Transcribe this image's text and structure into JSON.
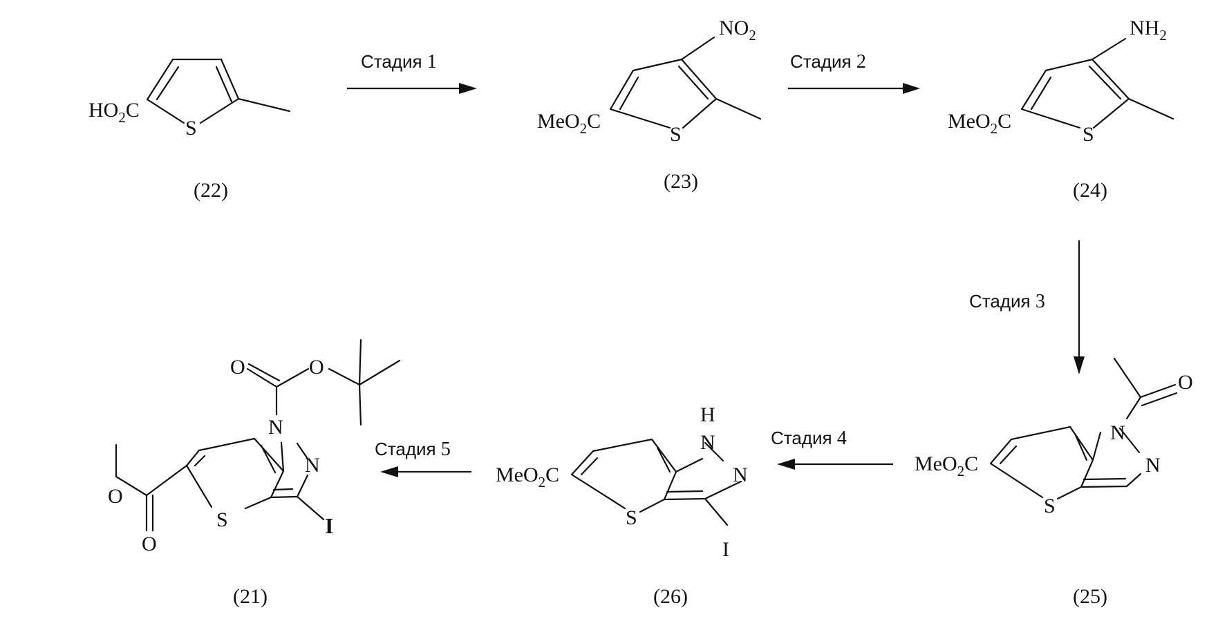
{
  "compounds": {
    "c22": {
      "label": "(22)",
      "substituent_main": "HO",
      "substituent_sub": "2",
      "substituent_tail": "C",
      "ring_atom": "S"
    },
    "c23": {
      "label": "(23)",
      "substituent_main": "MeO",
      "substituent_sub": "2",
      "substituent_tail": "C",
      "ring_atom": "S",
      "group_main": "NO",
      "group_sub": "2"
    },
    "c24": {
      "label": "(24)",
      "substituent_main": "MeO",
      "substituent_sub": "2",
      "substituent_tail": "C",
      "ring_atom": "S",
      "group_main": "NH",
      "group_sub": "2"
    },
    "c25": {
      "label": "(25)",
      "substituent_main": "MeO",
      "substituent_sub": "2",
      "substituent_tail": "C",
      "ring_atom": "S",
      "n1": "N",
      "n2": "N",
      "carbonyl_o": "O"
    },
    "c26": {
      "label": "(26)",
      "substituent_main": "MeO",
      "substituent_sub": "2",
      "substituent_tail": "C",
      "ring_atom": "S",
      "h": "H",
      "n1": "N",
      "n2": "N",
      "iodo": "I"
    },
    "c21": {
      "label": "(21)",
      "ring_atom": "S",
      "n1": "N",
      "n2": "N",
      "iodo": "I",
      "o_carbonyl_boc": "O",
      "o_ester_boc": "O",
      "o_ester_me": "O",
      "o_carbonyl_me": "O"
    }
  },
  "stages": {
    "s1": {
      "word": "Стадия",
      "num": "1"
    },
    "s2": {
      "word": "Стадия",
      "num": "2"
    },
    "s3": {
      "word": "Стадия",
      "num": "3"
    },
    "s4": {
      "word": "Стадия",
      "num": "4"
    },
    "s5": {
      "word": "Стадия",
      "num": "5"
    }
  }
}
